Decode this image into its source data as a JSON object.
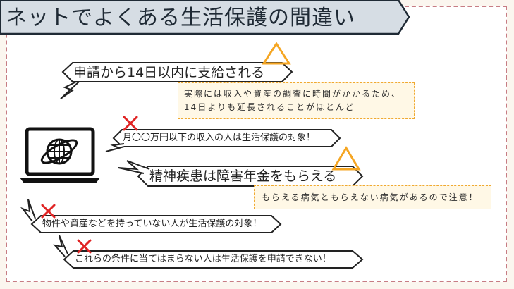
{
  "title": "ネットでよくある生活保護の間違い",
  "items": [
    {
      "text": "申請から14日以内に支給される",
      "mark": "triangle",
      "note": [
        "実際には収入や資産の調査に時間がかかるため、",
        "14日よりも延長されることがほとんど"
      ]
    },
    {
      "text": "月〇〇万円以下の収入の人は生活保護の対象！",
      "mark": "cross"
    },
    {
      "text": "精神疾患は障害年金をもらえる",
      "mark": "triangle",
      "note": [
        "もらえる病気ともらえない病気があるので注意！"
      ]
    },
    {
      "text": "物件や資産などを持っていない人が生活保護の対象！",
      "mark": "cross"
    },
    {
      "text": "これらの条件に当てはまらない人は生活保護を申請できない！",
      "mark": "cross"
    }
  ],
  "icons": [
    "laptop-globe-icon",
    "triangle-mark-icon",
    "cross-mark-icon"
  ],
  "colors": {
    "frame": "#c77d84",
    "title_bg": "#d6dde4",
    "triangle": "#f5a623",
    "cross": "#e02424",
    "note_border": "#f0a930",
    "note_bg": "#fff8e6"
  }
}
